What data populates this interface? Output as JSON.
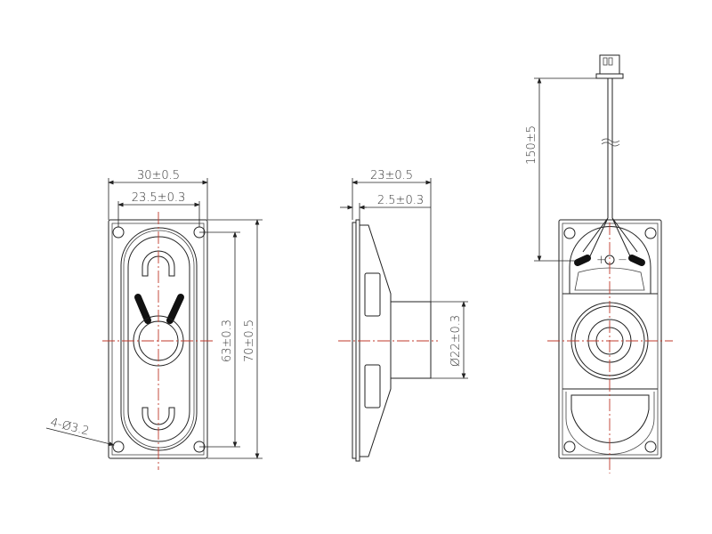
{
  "drawing": {
    "front_view": {
      "width_outer": "30±0.5",
      "width_holes": "23.5±0.3",
      "height_holes": "63±0.3",
      "height_outer": "70±0.5",
      "hole_note": "4-Ø3.2"
    },
    "side_view": {
      "depth_total": "23±0.5",
      "flange_thickness": "2.5±0.3",
      "magnet_diameter": "Ø22±0.3"
    },
    "back_view": {
      "wire_length": "150±5",
      "terminal_positive": "+",
      "terminal_negative": "−"
    },
    "colors": {
      "centerline": "#c0392b",
      "outline": "#222222"
    }
  }
}
